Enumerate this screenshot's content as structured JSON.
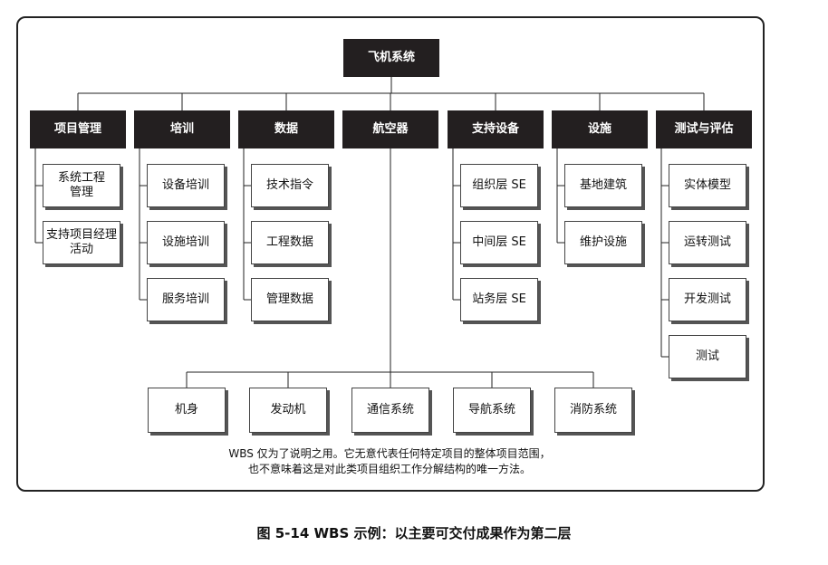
{
  "root": "飞机系统",
  "level2": [
    {
      "label": "项目管理",
      "children": [
        "系统工程\n管理",
        "支持项目经理\n活动"
      ]
    },
    {
      "label": "培训",
      "children": [
        "设备培训",
        "设施培训",
        "服务培训"
      ]
    },
    {
      "label": "数据",
      "children": [
        "技术指令",
        "工程数据",
        "管理数据"
      ]
    },
    {
      "label": "航空器",
      "children": []
    },
    {
      "label": "支持设备",
      "children": [
        "组织层 SE",
        "中间层 SE",
        "站务层 SE"
      ]
    },
    {
      "label": "设施",
      "children": [
        "基地建筑",
        "维护设施"
      ]
    },
    {
      "label": "测试与评估",
      "children": [
        "实体模型",
        "运转测试",
        "开发测试",
        "测试"
      ]
    }
  ],
  "aircraft_parts": [
    "机身",
    "发动机",
    "通信系统",
    "导航系统",
    "消防系统"
  ],
  "note_lines": [
    "WBS 仅为了说明之用。它无意代表任何特定项目的整体项目范围，",
    "也不意味着这是对此类项目组织工作分解结构的唯一方法。"
  ],
  "caption": "图 5-14 WBS 示例：以主要可交付成果作为第二层"
}
